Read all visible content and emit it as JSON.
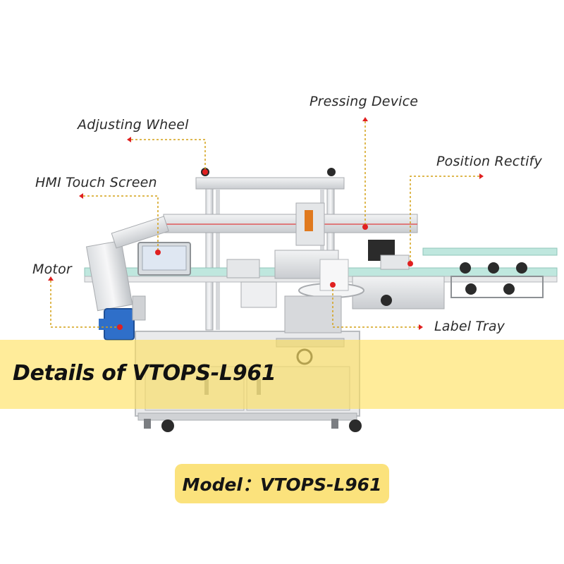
{
  "callouts": {
    "pressing_device": "Pressing Device",
    "adjusting_wheel": "Adjusting Wheel",
    "position_rectify": "Position Rectify",
    "hmi_touch_screen": "HMI Touch Screen",
    "motor": "Motor",
    "label_tray": "Label Tray"
  },
  "banner": {
    "title": "Details of VTOPS-L961"
  },
  "model_pill": {
    "text": "Model：VTOPS-L961"
  },
  "colors": {
    "band": "#ffe05c",
    "pill": "#fbe27c",
    "leader_line": "#d4a017",
    "marker": "#e02020",
    "text": "#2a2a2a"
  },
  "icons": [
    "machine-illustration",
    "callout-marker",
    "arrow-up-marker",
    "arrow-left-marker",
    "arrow-right-marker"
  ]
}
